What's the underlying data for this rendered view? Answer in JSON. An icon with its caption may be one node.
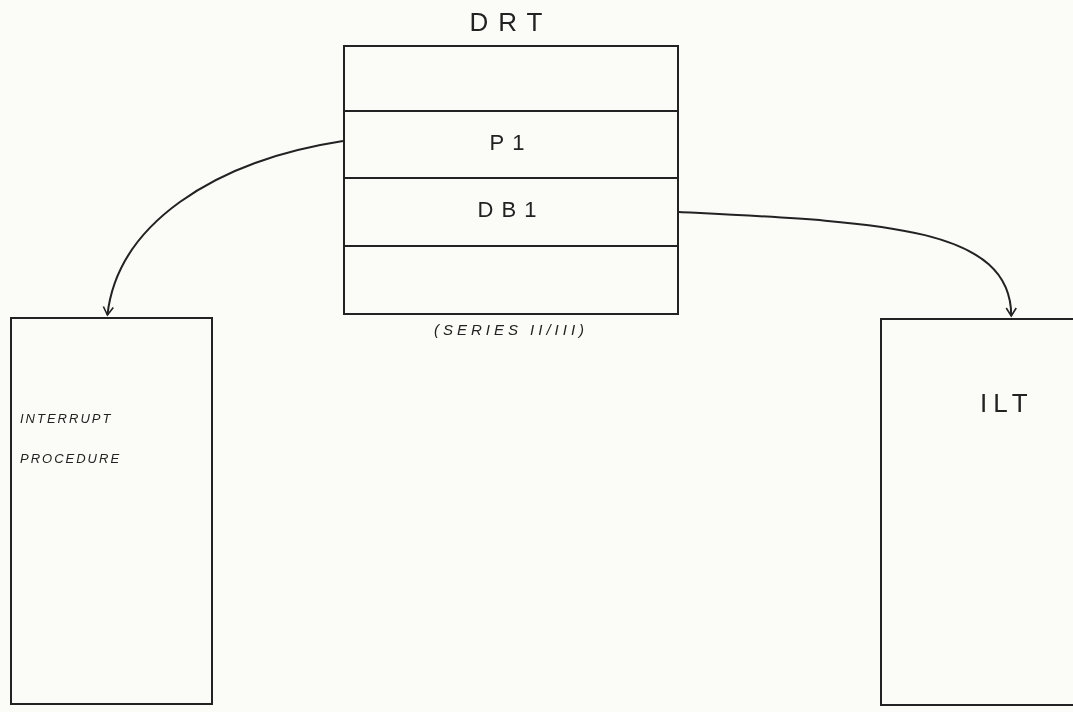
{
  "diagram": {
    "nodes": [
      {
        "text": [
          "DRT"
        ],
        "beside": [
          "(SERIES II/III)"
        ]
      },
      {
        "text": [],
        "shape": "box",
        "in": 0
      },
      {
        "text": [
          "P1"
        ],
        "in": 0
      },
      {
        "text": [
          "DB1"
        ],
        "in": 0
      },
      {
        "text": [],
        "shape": "box",
        "in": 0
      },
      {
        "text": [
          "INTERRUPT PROCEDURE"
        ]
      },
      {
        "text": [
          "ILT"
        ]
      }
    ],
    "edges": [
      {
        "from": 2,
        "to": 5,
        "arrow": "to"
      },
      {
        "from": 3,
        "to": 6,
        "arrow": "to"
      }
    ]
  }
}
